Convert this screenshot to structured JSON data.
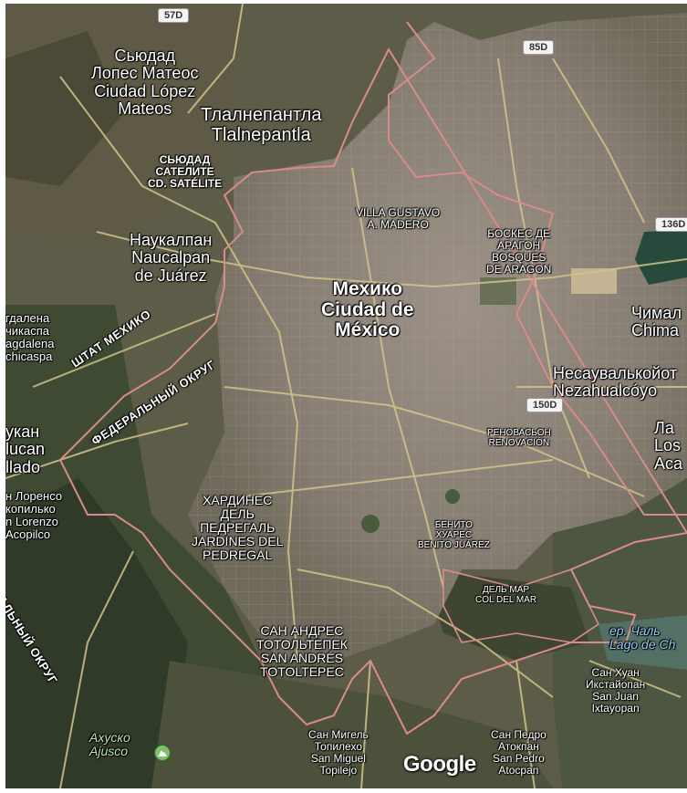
{
  "map": {
    "labels": {
      "ciudad_lopez_mateos": [
        "Сьюдад",
        "Лопес Матеос",
        "Ciudad López",
        "Mateos"
      ],
      "tlalnepantla": [
        "Тлалнепантла",
        "Tlalnepantla"
      ],
      "satelite": [
        "СЬЮДАД",
        "САТЕЛИТЕ",
        "CD. SATÉLITE"
      ],
      "naucalpan": [
        "Наукалпан",
        "Naucalpan",
        "de Juárez"
      ],
      "gustavo_madero": [
        "VILLA GUSTAVO",
        "A. MADERO"
      ],
      "bosques_aragon": [
        "БОСКЕС ДЕ",
        "АРАГОН",
        "BOSQUES",
        "DE ARAGON"
      ],
      "cdmx": [
        "Мехико",
        "Ciudad de",
        "México"
      ],
      "chimal": [
        "Чимал",
        "Chima"
      ],
      "nezahualcoyotl": [
        "Несаувалькойот",
        "Nezahualcóyo"
      ],
      "los_aca": [
        "Ла",
        "Los",
        "Aca"
      ],
      "magdalena": [
        "гдалена",
        "чикаспа",
        "agdalena",
        "chicaspa"
      ],
      "huixquilucan": [
        "укан",
        "lucan",
        "llado"
      ],
      "san_lorenzo": [
        "н Лоренсо",
        "копилько",
        "n Lorenzo",
        "Acopilco"
      ],
      "renovacion": [
        "РЕНОВАСЬОН",
        "RENOVACIÓN"
      ],
      "jardines_pedregal": [
        "ХАРДИНЕС",
        "ДЕЛЬ",
        "ПЕДРЕГАЛЬ",
        "JARDINES DEL",
        "PEDREGAL"
      ],
      "benito_juarez": [
        "БЕНИТО",
        "ХУАРЕС",
        "BENITO JUÁREZ"
      ],
      "del_mar": [
        "ДЕЛЬ МАР",
        "COL DEL MAR"
      ],
      "lago_chalco": [
        "ер. Чаль",
        "Lago de Ch"
      ],
      "san_andres": [
        "САН АНДРЕС",
        "ТОТОЛЬТЕПЕК",
        "SAN ANDRÉS",
        "TOTOLTEPEC"
      ],
      "san_juan": [
        "Сан Хуан",
        "Икстайопан",
        "San Juan",
        "Ixtayopan"
      ],
      "san_miguel": [
        "Сан Мигель",
        "Топилехо",
        "San Miguel",
        "Topilejo"
      ],
      "san_pedro": [
        "Сан Педро",
        "Атокпан",
        "San Pedro",
        "Atocpan"
      ],
      "ajusco": [
        "Ахуско",
        "Ajusco"
      ],
      "estado_mexico": "ШТАТ МЕХИКО",
      "distrito_federal": "ФЕДЕРАЛЬНЫЙ ОКРУГ",
      "distrito_federal_left": "РАЛЬНЫЙ ОКРУГ"
    },
    "shields": {
      "r57d": "57D",
      "r85d": "85D",
      "r136d": "136D",
      "r150d": "150D"
    },
    "attribution": "Google"
  }
}
